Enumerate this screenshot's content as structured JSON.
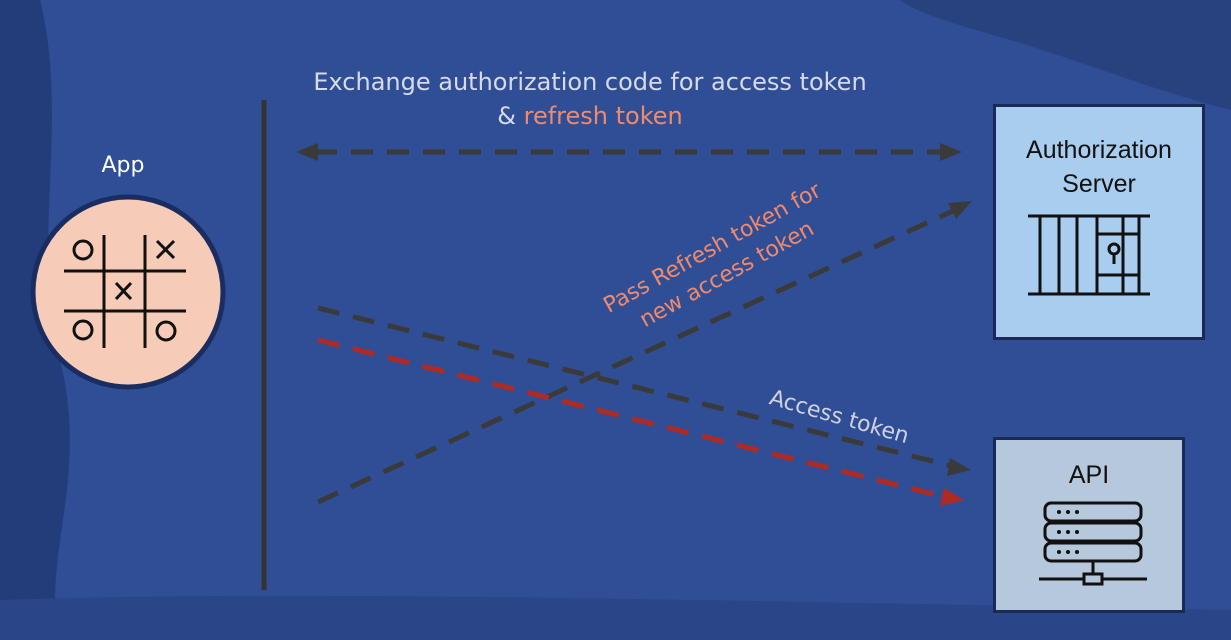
{
  "app": {
    "label": "App",
    "icon": "tic-tac-toe-icon",
    "circle_color": "#f6cbb7"
  },
  "header": {
    "line1": "Exchange authorization code for access token",
    "line2_prefix": "& ",
    "line2_highlight": "refresh token"
  },
  "auth_server": {
    "title_line1": "Authorization",
    "title_line2": "Server",
    "icon": "jail-lock-icon",
    "color": "#a9cdef"
  },
  "api": {
    "title": "API",
    "icon": "server-stack-icon",
    "color": "#b5c8dc"
  },
  "arrows": {
    "pass_label_line1": "Pass Refresh token for",
    "pass_label_line2": "new access token",
    "access_label": "Access token"
  },
  "colors": {
    "background": "#2f4e96",
    "arrow_dark": "#3a3a3a",
    "arrow_red": "#b02a24",
    "accent_orange": "#f08a6a"
  }
}
